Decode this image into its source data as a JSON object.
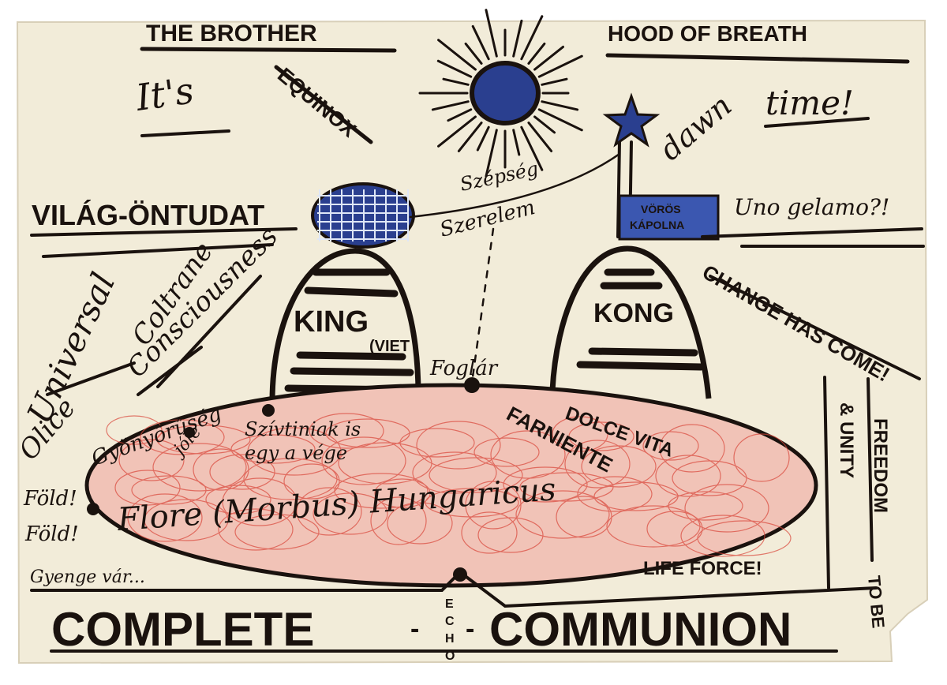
{
  "texts": {
    "brother": "THE BROTHER",
    "hood": "HOOD OF BREATH",
    "its": "It's",
    "equinox": "EQUINOX",
    "dawn": "dawn",
    "time": "time!",
    "vilag": "VILÁG-ÖNTUDAT",
    "szepseg": "Szépség",
    "szerelem": "Szerelem",
    "voros": "VÖRÖS",
    "kapolna": "KÁPOLNA",
    "unoge": "Uno gelamo?!",
    "universal": "Universal",
    "coltrane": "Coltrane",
    "consciousness": "Consciousness",
    "king": "KING",
    "viet": "(VIET",
    "kong": "KONG",
    "change": "CHANGE HAS COME!",
    "foglar": "Foglár",
    "olice": "Olice",
    "gyonyoru": "Gyönyörűség",
    "jole": "jóle",
    "szivtiniak": "Szívtiniak is",
    "egy": "egy a vége",
    "dolce": "DOLCE VITA",
    "farniente": "FARNIENTE",
    "unity": "& UNITY",
    "freedom": "FREEDOM",
    "fold1": "Föld!",
    "fold2": "Föld!",
    "flora": "Flore (Morbus) Hungaricus",
    "gyenge": "Gyenge vár...",
    "lifeforce": "LIFE FORCE!",
    "tobe": "TO BE",
    "complete": "COMPLETE",
    "dash1": "-",
    "echo": [
      "E",
      "C",
      "H",
      "O"
    ],
    "dash2": "-",
    "communion": "COMMUNION"
  },
  "colors": {
    "paper": "#f2ecd9",
    "ink": "#1a120e",
    "blue": "#2a3f8f",
    "red": "#d9463a",
    "redfill": "#f1c3b7"
  },
  "icons": {
    "sun": "sun-icon",
    "star": "star-icon",
    "globe": "globe-icon",
    "flag": "flag-icon"
  }
}
